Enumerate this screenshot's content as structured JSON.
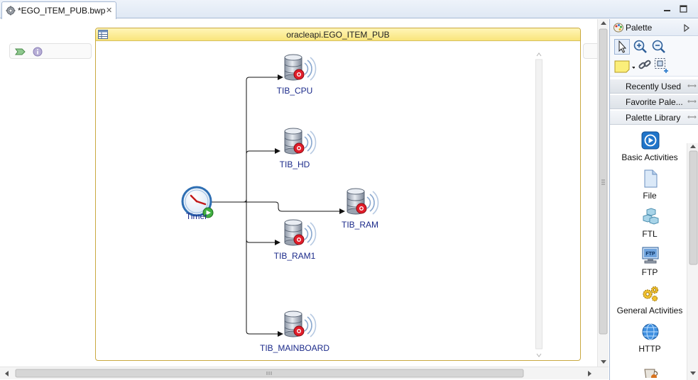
{
  "tab": {
    "title": "*EGO_ITEM_PUB.bwp"
  },
  "process": {
    "title": "oracleapi.EGO_ITEM_PUB",
    "start": {
      "label": "Timer"
    },
    "activities": [
      {
        "label": "TIB_CPU"
      },
      {
        "label": "TIB_HD"
      },
      {
        "label": "TIB_RAM"
      },
      {
        "label": "TIB_RAM1"
      },
      {
        "label": "TIB_MAINBOARD"
      }
    ]
  },
  "palette": {
    "title": "Palette",
    "drawers": [
      {
        "label": "Recently Used",
        "icon": "triangle-right-icon"
      },
      {
        "label": "Favorite Pale...",
        "icon": "triangle-right-icon"
      },
      {
        "label": "Palette Library",
        "icon": "triangle-down-icon"
      }
    ],
    "items": [
      {
        "label": "Basic Activities",
        "icon": "basic-activities-icon"
      },
      {
        "label": "File",
        "icon": "file-icon"
      },
      {
        "label": "FTL",
        "icon": "ftl-icon"
      },
      {
        "label": "FTP",
        "icon": "ftp-icon"
      },
      {
        "label": "General Activities",
        "icon": "gears-icon"
      },
      {
        "label": "HTTP",
        "icon": "globe-icon"
      }
    ],
    "ftp_badge": "FTP"
  },
  "colors": {
    "node_label": "#1b2a8a",
    "process_header": "#f9e57b",
    "process_border": "#c9a940",
    "accent_blue": "#1f74c9"
  }
}
